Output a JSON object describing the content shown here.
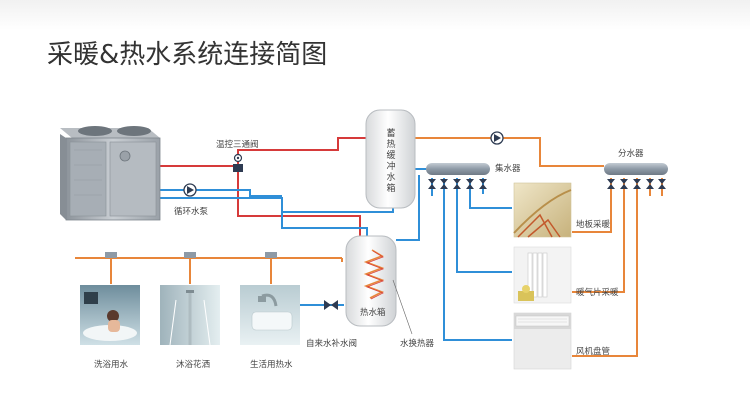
{
  "title": "采暖&热水系统连接简图",
  "labels": {
    "mixing_valve": "温控三通阀",
    "circulation_pump": "循环水泵",
    "buffer_tank": "蓄热缓冲水箱",
    "collector": "集水器",
    "distributor": "分水器",
    "hot_water_tank": "热水箱",
    "makeup_valve": "自来水补水阀",
    "heat_exchanger": "水换热器",
    "floor_heating": "地板采暖",
    "radiator_heating": "暖气片采暖",
    "fan_coil": "风机盘管",
    "bath_water": "洗浴用水",
    "shower": "沐浴花洒",
    "domestic_hot_water": "生活用热水"
  },
  "colors": {
    "hot_pipe": "#d63a3a",
    "cold_pipe": "#2f8fd8",
    "branch_pipe": "#e8863a",
    "manifold": "#8e9aa6",
    "valve": "#2e3b52"
  }
}
